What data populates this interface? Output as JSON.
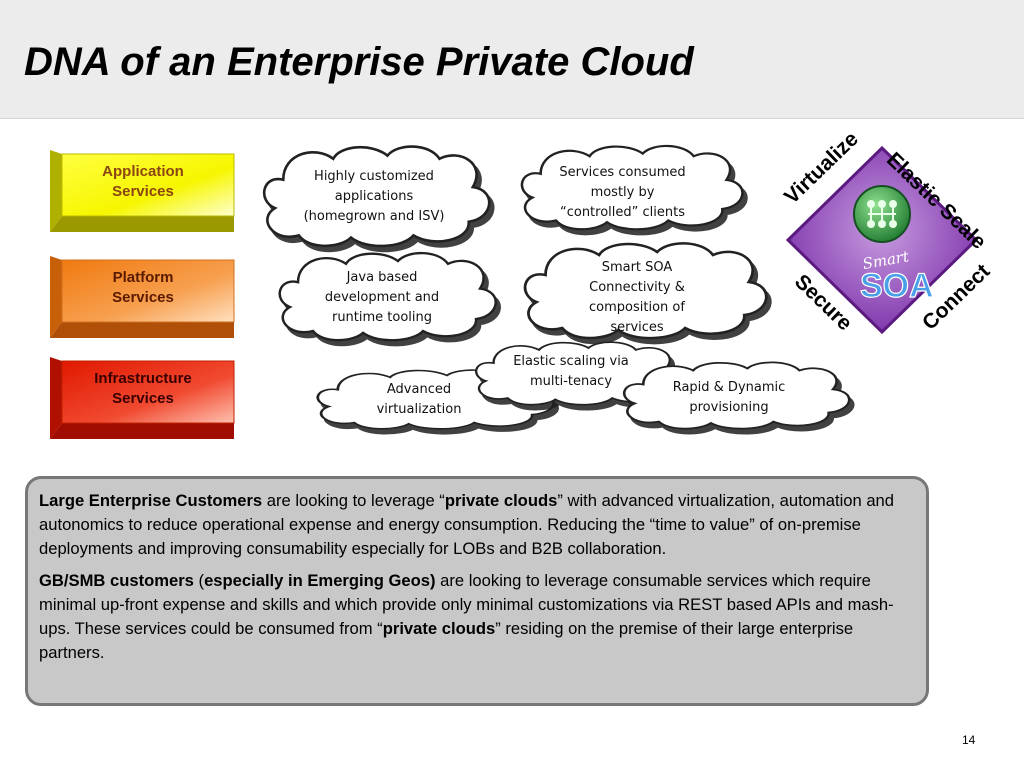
{
  "title": "DNA of an Enterprise Private Cloud",
  "blocks": [
    {
      "label_line1": "Application",
      "label_line2": "Services",
      "color": "#f2f200",
      "text_color": "#8b4513"
    },
    {
      "label_line1": "Platform",
      "label_line2": "Services",
      "color": "#f28a20",
      "text_color": "#5a1a00"
    },
    {
      "label_line1": "Infrastructure",
      "label_line2": "Services",
      "color": "#e82a12",
      "text_color": "#3a0000"
    }
  ],
  "clouds": {
    "customized_apps": "Highly customized applications (homegrown and ISV)",
    "services_consumed": "Services consumed mostly by “controlled” clients",
    "java_tooling": "Java based development and runtime tooling",
    "smart_soa": "Smart SOA Connectivity & composition of services",
    "elastic_scaling": "Elastic scaling via multi-tenacy",
    "advanced_virtualization": "Advanced virtualization",
    "rapid_provisioning": "Rapid & Dynamic provisioning"
  },
  "diamond": {
    "virtualize": "Virtualize",
    "elastic_scale": "Elastic Scale",
    "secure": "Secure",
    "connect": "Connect",
    "logo_smart": "Smart",
    "logo_soa": "SOA",
    "purple": "#8a3fb5"
  },
  "paragraph1": {
    "bold1": "Large Enterprise Customers",
    "text1": " are looking to leverage “",
    "bold2": "private clouds",
    "text2": "” with advanced virtualization, automation and autonomics to reduce operational expense and energy consumption. Reducing the “time to value” of on-premise deployments and improving consumability especially for LOBs and B2B collaboration."
  },
  "paragraph2": {
    "bold1": "GB/SMB customers",
    "text1": " (",
    "bold2": "especially in Emerging Geos)",
    "text2": " are looking to leverage consumable services which require minimal up-front expense and skills and which provide only minimal customizations via REST based APIs and mash-ups. These services could be consumed from “",
    "bold3": "private clouds",
    "text3": "” residing on the premise of their large enterprise partners."
  },
  "page_number": "14"
}
